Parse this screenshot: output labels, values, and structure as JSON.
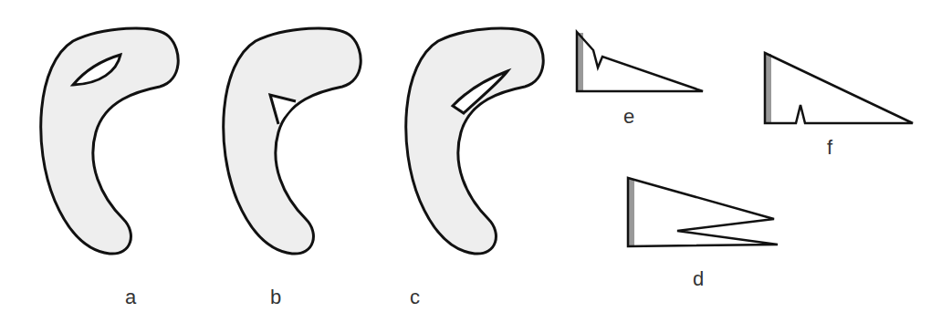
{
  "diagram": {
    "labels": [
      "a",
      "b",
      "c",
      "e",
      "f",
      "d"
    ]
  }
}
